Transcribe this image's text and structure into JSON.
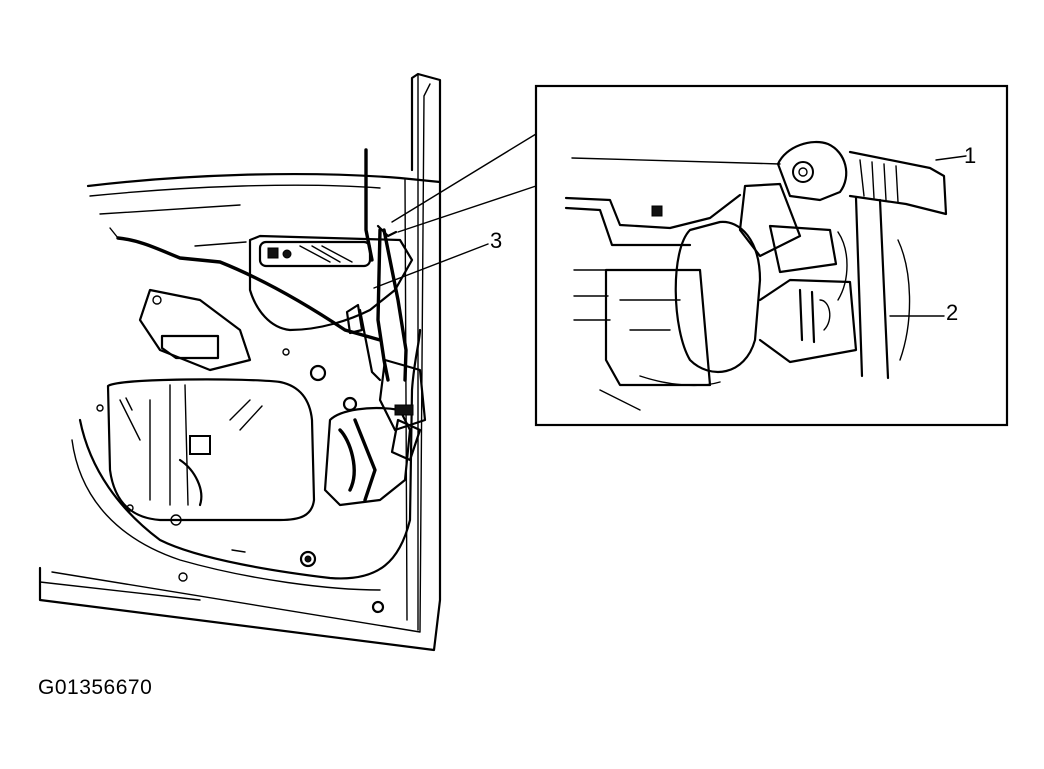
{
  "callouts": {
    "c1": "1",
    "c2": "2",
    "c3": "3"
  },
  "figure_id": "G01356670"
}
